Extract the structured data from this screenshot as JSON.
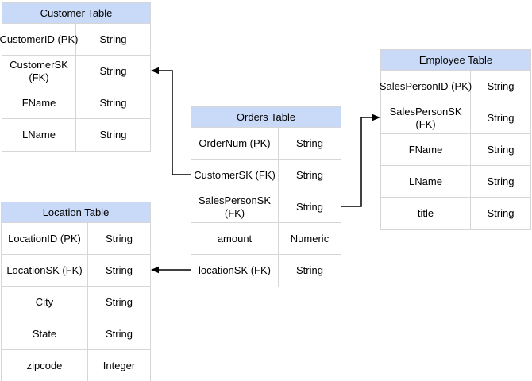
{
  "diagram": {
    "type": "entity-relationship",
    "colors": {
      "header_fill": "#c9daf8",
      "cell_fill": "#ffffff",
      "border": "#d6d6d6",
      "connector": "#000000",
      "text": "#000000",
      "background": "#ffffff"
    },
    "tables": [
      {
        "id": "customer",
        "title": "Customer Table",
        "rows": [
          {
            "field": "CustomerID (PK)",
            "type": "String"
          },
          {
            "field": "CustomerSK\n(FK)",
            "type": "String"
          },
          {
            "field": "FName",
            "type": "String"
          },
          {
            "field": "LName",
            "type": "String"
          }
        ]
      },
      {
        "id": "orders",
        "title": "Orders Table",
        "rows": [
          {
            "field": "OrderNum (PK)",
            "type": "String"
          },
          {
            "field": "CustomerSK (FK)",
            "type": "String"
          },
          {
            "field": "SalesPersonSK\n(FK)",
            "type": "String"
          },
          {
            "field": "amount",
            "type": "Numeric"
          },
          {
            "field": "locationSK (FK)",
            "type": "String"
          }
        ]
      },
      {
        "id": "employee",
        "title": "Employee Table",
        "rows": [
          {
            "field": "SalesPersonID (PK)",
            "type": "String"
          },
          {
            "field": "SalesPersonSK\n(FK)",
            "type": "String"
          },
          {
            "field": "FName",
            "type": "String"
          },
          {
            "field": "LName",
            "type": "String"
          },
          {
            "field": "title",
            "type": "String"
          }
        ]
      },
      {
        "id": "location",
        "title": "Location Table",
        "rows": [
          {
            "field": "LocationID (PK)",
            "type": "String"
          },
          {
            "field": "LocationSK (FK)",
            "type": "String"
          },
          {
            "field": "City",
            "type": "String"
          },
          {
            "field": "State",
            "type": "String"
          },
          {
            "field": "zipcode",
            "type": "Integer"
          }
        ]
      }
    ],
    "connectors": [
      {
        "id": "orders-to-customer",
        "from": "Orders Table.CustomerSK (FK)",
        "to": "Customer Table.CustomerSK (FK)",
        "arrow": "left"
      },
      {
        "id": "orders-to-employee",
        "from": "Orders Table.SalesPersonSK (FK)",
        "to": "Employee Table.SalesPersonSK (FK)",
        "arrow": "right"
      },
      {
        "id": "orders-to-location",
        "from": "Orders Table.locationSK (FK)",
        "to": "Location Table.LocationSK (FK)",
        "arrow": "left"
      }
    ]
  }
}
